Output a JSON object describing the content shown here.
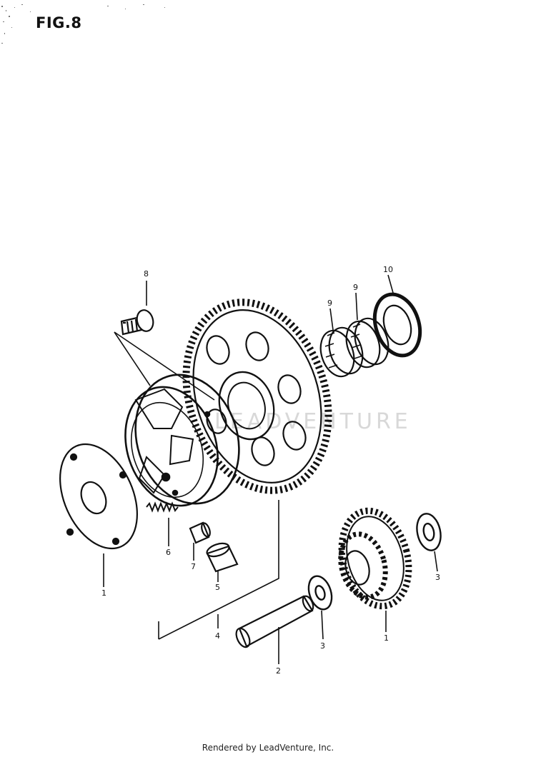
{
  "figure": {
    "title": "FIG.8"
  },
  "watermark": {
    "text": "LEADVENTURE"
  },
  "footer": {
    "text": "Rendered by LeadVenture, Inc."
  },
  "callouts": {
    "c1a": "1",
    "c1b": "1",
    "c2": "2",
    "c3a": "3",
    "c3b": "3",
    "c4": "4",
    "c5": "5",
    "c6": "6",
    "c7": "7",
    "c8": "8",
    "c9a": "9",
    "c9b": "9",
    "c10": "10"
  },
  "colors": {
    "ink": "#111111",
    "background": "#ffffff",
    "watermark": "#d8d8d8"
  }
}
